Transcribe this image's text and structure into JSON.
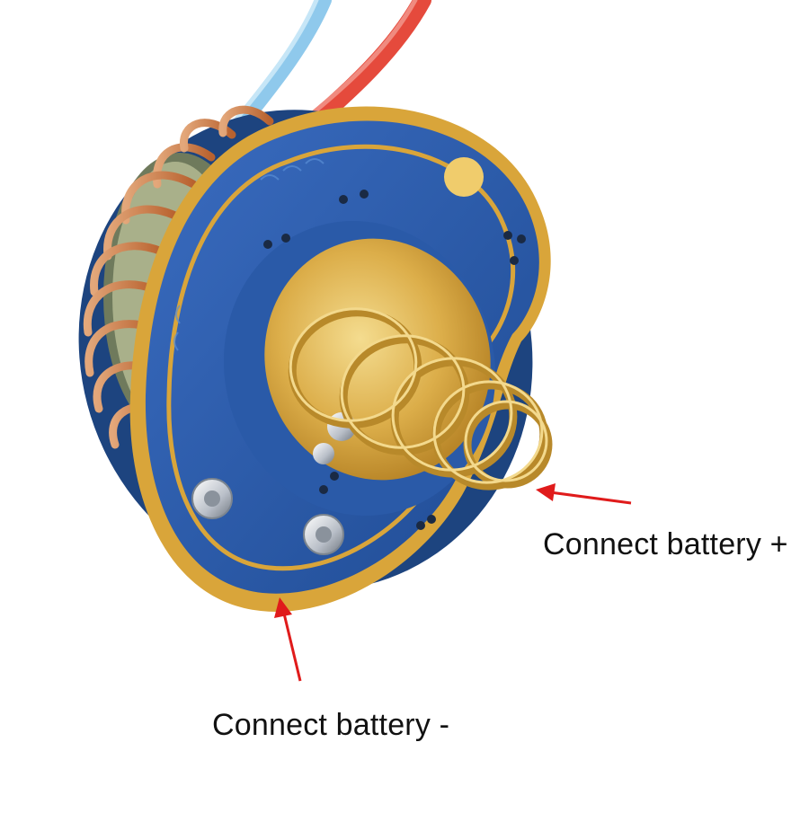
{
  "image": {
    "subject": "LED driver board with spring",
    "colors": {
      "background": "#ffffff",
      "pcb_blue": "#2b5fb0",
      "pcb_blue_dark": "#1e4a92",
      "gold": "#d9a53a",
      "gold_light": "#f2d27a",
      "copper": "#c97a45",
      "wire_blue": "#8fc9ec",
      "wire_red": "#e54a3c",
      "arrow_red": "#e01b1b"
    }
  },
  "annotations": {
    "battery_positive": "Connect battery +",
    "battery_negative": "Connect battery -"
  }
}
